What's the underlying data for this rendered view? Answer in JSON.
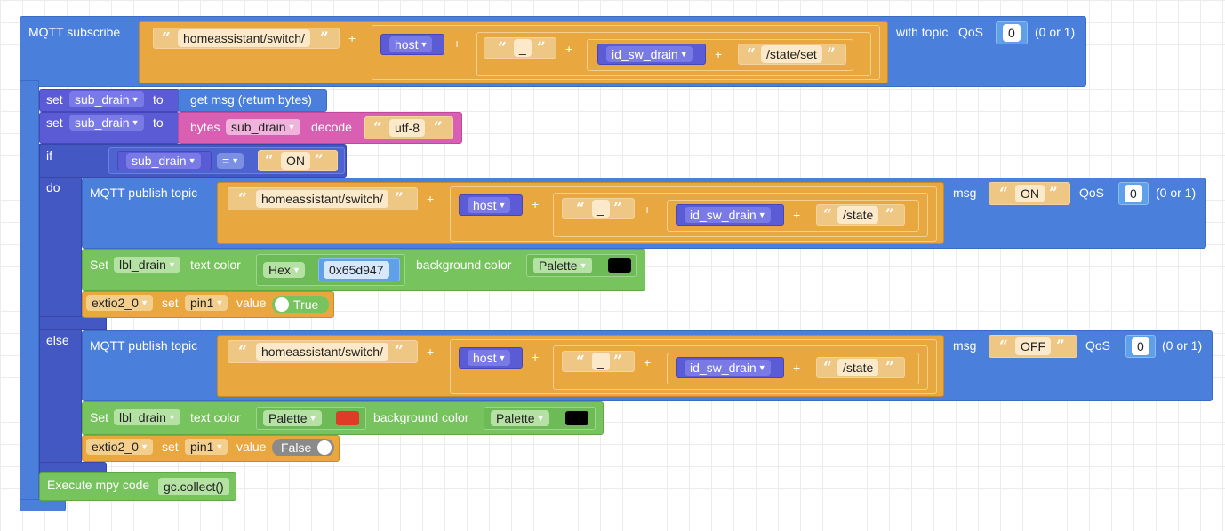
{
  "mqtt_subscribe": {
    "label": "MQTT subscribe",
    "topic_prefix": "homeassistant/switch/",
    "plus": "+",
    "host": "host",
    "underscore": "_",
    "id_var": "id_sw_drain",
    "suffix": "/state/set",
    "with_topic": "with topic",
    "qos_label": "QoS",
    "qos_value": "0",
    "qos_hint": "(0 or 1)"
  },
  "set1": {
    "set": "set",
    "var": "sub_drain",
    "to": "to",
    "value": "get msg (return bytes)"
  },
  "set2": {
    "set": "set",
    "var": "sub_drain",
    "to": "to",
    "bytes": "bytes",
    "bytes_var": "sub_drain",
    "decode": "decode",
    "encoding": "utf-8"
  },
  "if_block": {
    "if": "if",
    "do": "do",
    "else": "else",
    "cond_var": "sub_drain",
    "op": "=",
    "cond_value": "ON"
  },
  "publish_on": {
    "label": "MQTT publish topic",
    "topic_prefix": "homeassistant/switch/",
    "host": "host",
    "underscore": "_",
    "id_var": "id_sw_drain",
    "suffix": "/state",
    "msg_label": "msg",
    "msg": "ON",
    "qos_label": "QoS",
    "qos_value": "0",
    "qos_hint": "(0 or 1)"
  },
  "color_on": {
    "set": "Set",
    "target": "lbl_drain",
    "text_color": "text color",
    "mode": "Hex",
    "hex": "0x65d947",
    "bg_label": "background color",
    "bg_mode": "Palette",
    "bg_swatch": "#000000"
  },
  "pin_on": {
    "device": "extio2_0",
    "set": "set",
    "pin": "pin1",
    "value": "value",
    "state": "True"
  },
  "publish_off": {
    "label": "MQTT publish topic",
    "topic_prefix": "homeassistant/switch/",
    "host": "host",
    "underscore": "_",
    "id_var": "id_sw_drain",
    "suffix": "/state",
    "msg_label": "msg",
    "msg": "OFF",
    "qos_label": "QoS",
    "qos_value": "0",
    "qos_hint": "(0 or 1)"
  },
  "color_off": {
    "set": "Set",
    "target": "lbl_drain",
    "text_color": "text color",
    "mode": "Palette",
    "swatch": "#e03a28",
    "bg_label": "background color",
    "bg_mode": "Palette",
    "bg_swatch": "#000000"
  },
  "pin_off": {
    "device": "extio2_0",
    "set": "set",
    "pin": "pin1",
    "value": "value",
    "state": "False"
  },
  "exec": {
    "label": "Execute mpy code",
    "code": "gc.collect()"
  },
  "colors": {
    "subscribe_blue": "#4a7fdb",
    "string_orange": "#e8a73f",
    "variable_purple": "#5b5bd6",
    "bytes_pink": "#d95fb2",
    "display_green": "#77c35d",
    "control_dark": "#4458c4",
    "toggle_on": "#77c35d",
    "toggle_off": "#8a8a8a"
  }
}
